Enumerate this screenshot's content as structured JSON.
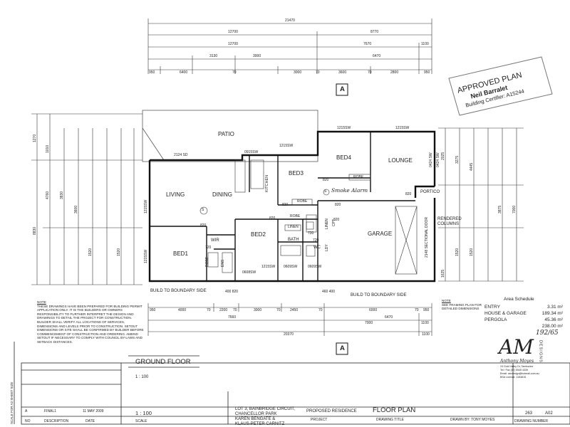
{
  "stamp": {
    "line1": "APPROVED PLAN",
    "line2": "Neil Barralet",
    "line3": "Building Certifier: A15244"
  },
  "dimensions": {
    "top_overall": "21470",
    "top_row2_left": "12700",
    "top_row2_right": "8770",
    "top_row3_left": "12700",
    "top_row3_mid": "7670",
    "top_row3_right": "1100",
    "top_row4_a": "3130",
    "top_row4_b": "3000",
    "top_row4_c": "6470",
    "top_row5_a": "950",
    "top_row5_b": "6400",
    "top_row5_c": "70",
    "top_row5_d": "3000",
    "top_row5_e": "70",
    "top_row5_f": "3600",
    "top_row5_g": "70",
    "top_row5_h": "2800",
    "top_row5_i": "950",
    "bottom_row1_a": "950",
    "bottom_row1_b": "4000",
    "bottom_row1_c": "70",
    "bottom_row1_d": "2200",
    "bottom_row1_e": "70",
    "bottom_row1_f": "3000",
    "bottom_row1_g": "70",
    "bottom_row1_h": "2450",
    "bottom_row1_i": "70",
    "bottom_row1_j": "6000",
    "bottom_row1_k": "70",
    "bottom_row1_l": "950",
    "bottom_row2_a": "7660",
    "bottom_row2_b": "7000",
    "bottom_row2_c": "6470",
    "bottom_row2_d": "1100",
    "bottom_overall": "20370",
    "bottom_overall_right": "1100",
    "small_above_line": "400 820",
    "small_above_line2": "460 400",
    "left_a": "1270",
    "left_b": "1010",
    "left_c": "4760",
    "left_d": "3830",
    "left_e": "8830",
    "left_f": "3600",
    "left_g": "1520",
    "left_h": "1520",
    "right_a": "2025",
    "right_b": "3275",
    "right_c": "4445",
    "right_d": "7000",
    "right_e": "3875",
    "right_f": "1520",
    "right_g": "1520",
    "right_h": "1625"
  },
  "rooms": {
    "patio": "PATIO",
    "living": "LIVING",
    "dining": "DINING",
    "kitchen": "KITCHEN",
    "bed1": "BED1",
    "bed2": "BED2",
    "bed3": "BED3",
    "bed4": "BED4",
    "lounge": "LOUNGE",
    "garage": "GARAGE",
    "portico": "PORTICO",
    "wir": "WIR",
    "ens": "ENS",
    "bath": "BATH",
    "wc": "WC",
    "lndry": "LDY",
    "linen": "LINEN",
    "linen2": "LINEN",
    "cpt": "CPT",
    "robe1": "ROBE",
    "robe2": "ROBE",
    "robe3": "ROBE",
    "robe4": "ROBE"
  },
  "windows": {
    "w1": "2124 SD",
    "w2": "0915SW",
    "w3": "1215SW",
    "w4": "1215SW",
    "w5": "1215SW",
    "w6": "0608SW",
    "w7": "0609SW",
    "w8": "0609SW",
    "w9": "1215SW",
    "w10": "0424 SW",
    "w11": "0424 SW",
    "w12": "1215SW",
    "w13": "1215SW",
    "w14": "2148 SECTIONAL DOOR",
    "d1": "820",
    "d2": "820",
    "d3": "820",
    "d4": "820",
    "d5": "720",
    "d6": "720",
    "d7": "720",
    "d8": "820",
    "d9": "820",
    "d10": "820"
  },
  "annotations": {
    "section_a": "A",
    "section_a2": "A",
    "smoke": "Smoke Alarm",
    "smoke_circle": "S",
    "smoke_circle2": "S",
    "rendered": "RENDERED\nCOLUMNS",
    "boundary_left": "BUILD TO BOUNDARY SIDE",
    "boundary_right": "BUILD TO BOUNDARY SIDE"
  },
  "note": {
    "title": "NOTE",
    "body": "THESE DRAWINGS HAVE BEEN PREPARED FOR BUILDING PERMIT APPLICATION ONLY. IT IS THE BUILDERS OR OWNERS RESPONSIBILITY TO FURTHER INTERPRET THE DESIGN AND DRAWINGS TO DETAIL THE PROJECT FOR CONSTRUCTION. BUILDER SHALL VERIFY ALL LOCATIONS OF SERVICES, DIMENSIONS AND LEVELS PRIOR TO CONSTRUCTION. SETOUT DIMENSIONS OR SITE SHALL BE CONFIRMED BY BUILDER BEFORE COMMENCEMENT OF CONSTRUCTION AND ORDERING. AMEND SETOUT IF NECESSARY TO COMPLY WITH COUNCIL BY-LAWS AND SETBACK DISTANCES."
  },
  "note2": {
    "title": "NOTE",
    "body": "SEE FRAMING PLAN FOR DETAILED DIMENSIONS"
  },
  "area_schedule": {
    "title": "Area Schedule",
    "rows": [
      {
        "label": "ENTRY",
        "value": "3.31 m²"
      },
      {
        "label": "HOUSE & GARAGE",
        "value": "189.34 m²"
      },
      {
        "label": "PERGOLA",
        "value": "45.36 m²"
      },
      {
        "label": "",
        "value": "238.00 m²"
      }
    ],
    "handwritten": "192/65"
  },
  "logo": {
    "mark": "AM",
    "side_letters": "DESIGNS",
    "name": "Anthony Moyes",
    "address": "24 Gold Valley Dr, Tamborine",
    "phone": "Tel / Fax (07) 5545 4339",
    "email": "Email: amdesign@hotmail.com.au",
    "bsa": "BSA Licence: 1154815"
  },
  "ground_floor": {
    "title": "GROUND FLOOR",
    "scale": "1 : 100"
  },
  "title_block": {
    "vertical_note": "SCALE FOR A3 SHEET SIZE",
    "rev_row": {
      "no": "A",
      "desc": "FINAL1",
      "date": "11 MAY 2009"
    },
    "headers": {
      "no": "NO",
      "desc": "DESCRIPTION",
      "date": "DATE",
      "scale": "SCALE",
      "project": "PROJECT",
      "drawing_title": "DRAWING TITLE",
      "drawn_by": "DRAWN BY: TONY MOYES",
      "drawing_number": "DRAWING NUMBER"
    },
    "scale_value": "1 : 100",
    "lot": "LOT 3, BAINBRIDGE CIRCUIT,",
    "lot2": "CHANCELLOR PARK",
    "owners": "KAREN BENGATE &",
    "owners2": "KLAUS-PETER CARNITZ",
    "project": "PROPOSED RESIDENCE",
    "drawing_title": "FLOOR PLAN",
    "drawing_no": "263",
    "drawing_rev": "A02"
  }
}
